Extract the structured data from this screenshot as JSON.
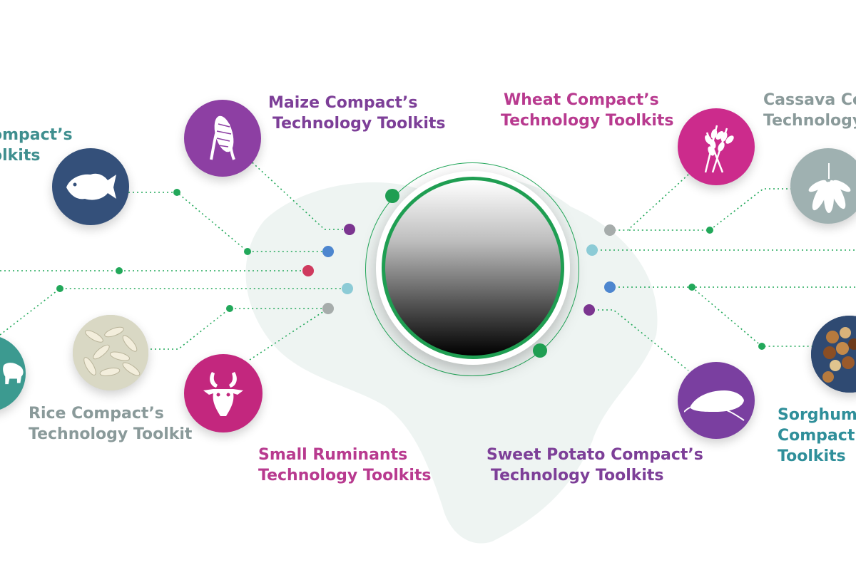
{
  "diagram": {
    "colors": {
      "wire": "#22a85a",
      "hub_ring": "#1f9e52",
      "map": "#eef4f2"
    },
    "nodes": [
      {
        "id": "fish",
        "icon": "fish-icon",
        "color": "#34507a",
        "label_lines": [
          "ompact’s",
          "olkits"
        ],
        "label_color": "#3f8f8f"
      },
      {
        "id": "maize",
        "icon": "maize-icon",
        "color": "#8d3fa3",
        "label_lines": [
          "Maize Compact’s",
          "Technology Toolkits"
        ],
        "label_color": "#7d3f98"
      },
      {
        "id": "wheat",
        "icon": "wheat-icon",
        "color": "#cc2b8c",
        "label_lines": [
          "Wheat Compact’s",
          "Technology Toolkits"
        ],
        "label_color": "#b83a8f"
      },
      {
        "id": "cassava",
        "icon": "cassava-leaf-icon",
        "color": "#9fb1b1",
        "label_lines": [
          "Cassava Co",
          "Technology"
        ],
        "label_color": "#8a9a9a"
      },
      {
        "id": "livestock",
        "icon": "cow-icon",
        "color": "#3c9a90",
        "label_lines": [],
        "label_color": "#3f8f8f"
      },
      {
        "id": "rice",
        "icon": "rice-grains-icon",
        "color": "#c9cbb6",
        "label_lines": [
          "Rice Compact’s",
          "Technology Toolkit"
        ],
        "label_color": "#8a9a9a"
      },
      {
        "id": "ruminants",
        "icon": "goat-icon",
        "color": "#c3277e",
        "label_lines": [
          "Small Ruminants",
          "Technology Toolkits"
        ],
        "label_color": "#b83a8f"
      },
      {
        "id": "sweet_potato",
        "icon": "sweet-potato-icon",
        "color": "#7a3fa0",
        "label_lines": [
          "Sweet Potato Compact’s",
          "Technology Toolkits"
        ],
        "label_color": "#7d3f98"
      },
      {
        "id": "sorghum",
        "icon": "sorghum-grains-icon",
        "color": "#2f4a72",
        "label_lines": [
          "Sorghum-",
          "Compact’",
          "Toolkits"
        ],
        "label_color": "#2f8f9a"
      }
    ]
  }
}
